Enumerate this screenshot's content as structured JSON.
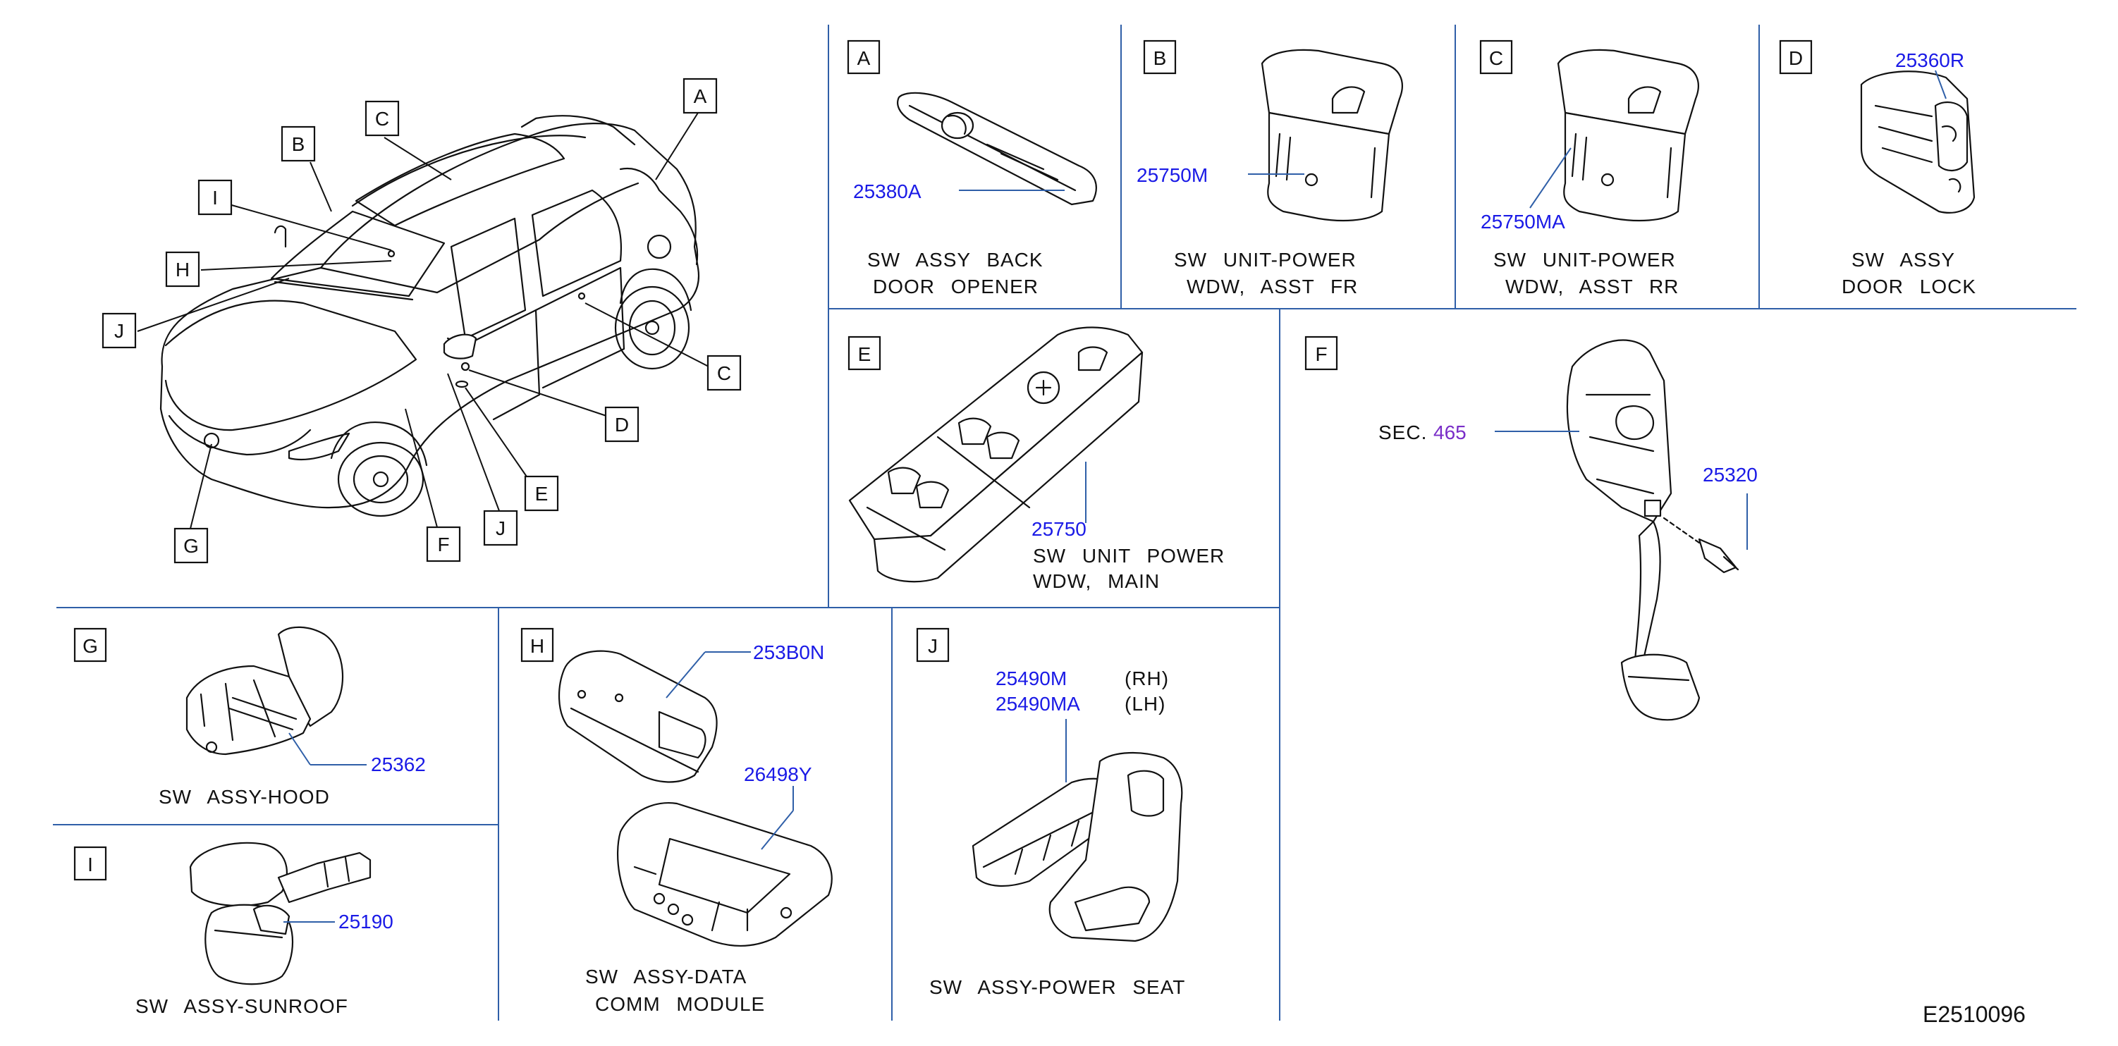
{
  "letters": {
    "A": "A",
    "B": "B",
    "C": "C",
    "D": "D",
    "E": "E",
    "F": "F",
    "G": "G",
    "H": "H",
    "I": "I",
    "J": "J"
  },
  "panels": {
    "A": {
      "part": "25380A",
      "desc1": "SW ASSY BACK",
      "desc2": "DOOR OPENER"
    },
    "B": {
      "part": "25750M",
      "desc1": "SW UNIT-POWER",
      "desc2": "WDW, ASST FR"
    },
    "C": {
      "part": "25750MA",
      "desc1": "SW UNIT-POWER",
      "desc2": "WDW, ASST RR"
    },
    "D": {
      "part": "25360R",
      "desc1": "SW ASSY",
      "desc2": "DOOR LOCK"
    },
    "E": {
      "part": "25750",
      "desc1": "SW UNIT POWER",
      "desc2": "WDW, MAIN"
    },
    "F": {
      "sec_label": "SEC.",
      "sec_num": "465",
      "part": "25320"
    },
    "G": {
      "part": "25362",
      "desc1": "SW ASSY-HOOD"
    },
    "H": {
      "part1": "253B0N",
      "part2": "26498Y",
      "desc1": "SW ASSY-DATA",
      "desc2": "COMM MODULE"
    },
    "I": {
      "part": "25190",
      "desc1": "SW ASSY-SUNROOF"
    },
    "J": {
      "part_rh": "25490M",
      "rh": "(RH)",
      "part_lh": "25490MA",
      "lh": "(LH)",
      "desc1": "SW ASSY-POWER SEAT"
    }
  },
  "diagram_code": "E2510096",
  "colors": {
    "part_number": "#1a1ae6",
    "section": "#7a2ec8",
    "divider": "#2f5fa8",
    "ink": "#111111"
  }
}
